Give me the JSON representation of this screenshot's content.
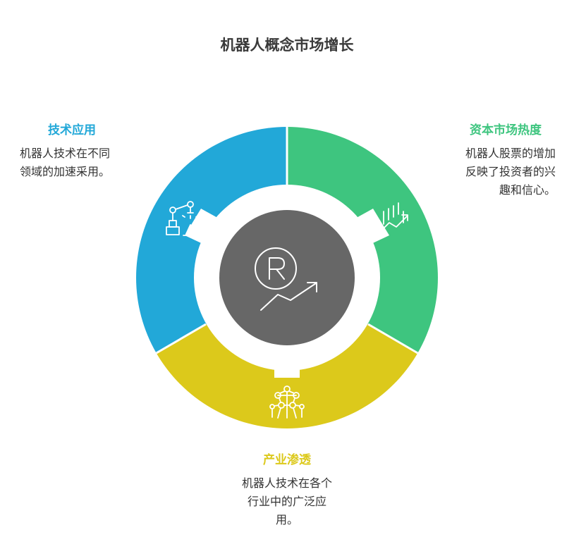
{
  "title": "机器人概念市场增长",
  "colors": {
    "blue": "#22a8d8",
    "green": "#3ec57f",
    "yellow": "#dcc91b",
    "center": "#676767",
    "title": "#3a3a3a",
    "text": "#333333"
  },
  "segments": [
    {
      "id": "tech",
      "heading": "技术应用",
      "lines": [
        "机器人技术在不同",
        "领域的加速采用。"
      ],
      "icon": "robot-arm-icon"
    },
    {
      "id": "capital",
      "heading": "资本市场热度",
      "lines": [
        "机器人股票的增加",
        "反映了投资者的兴",
        "趣和信心。"
      ],
      "icon": "stock-chart-icon"
    },
    {
      "id": "industry",
      "heading": "产业渗透",
      "lines": [
        "机器人技术在各个",
        "行业中的广泛应",
        "用。"
      ],
      "icon": "network-structure-icon"
    }
  ],
  "center_icon": "robot-growth-icon"
}
